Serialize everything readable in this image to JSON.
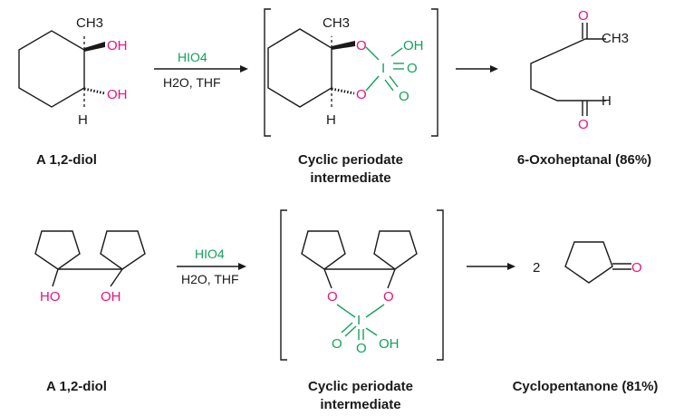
{
  "atoms": {
    "ch3": "CH3",
    "oh": "OH",
    "ho": "HO",
    "h": "H",
    "o": "O",
    "i": "I",
    "two": "2"
  },
  "reaction1": {
    "reagent_top": "HIO4",
    "reagent_bottom": "H2O, THF",
    "start_caption": "A 1,2-diol",
    "intermediate_caption_line1": "Cyclic periodate",
    "intermediate_caption_line2": "intermediate",
    "product_caption": "6-Oxoheptanal (86%)"
  },
  "reaction2": {
    "reagent_top": "HIO4",
    "reagent_bottom": "H2O, THF",
    "start_caption": "A 1,2-diol",
    "intermediate_caption_line1": "Cyclic periodate",
    "intermediate_caption_line2": "intermediate",
    "product_caption": "Cyclopentanone (81%)"
  },
  "colors": {
    "oxygen": "#e8127c",
    "iodine_and_reagent": "#13a15c",
    "bonds": "#1a1a1a"
  }
}
